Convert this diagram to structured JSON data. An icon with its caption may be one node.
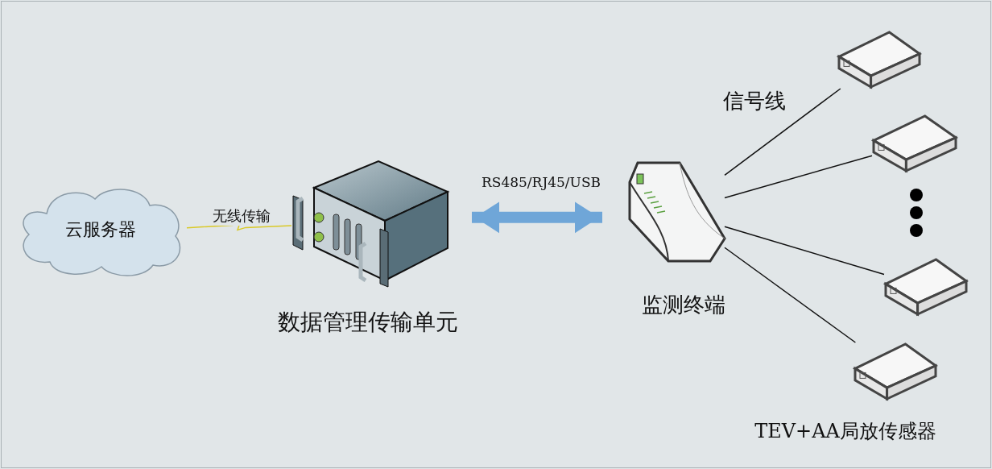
{
  "diagram": {
    "nodes": [
      {
        "text": [
          "云服务器"
        ]
      },
      {
        "text": [
          "数据管理传输单元"
        ]
      },
      {
        "text": [
          "监测终端"
        ]
      },
      {
        "text": [],
        "shape": "picture"
      },
      {
        "text": [],
        "shape": "picture"
      },
      {
        "text": [],
        "shape": "picture"
      },
      {
        "text": [],
        "shape": "picture"
      }
    ],
    "edges": [
      {
        "from": 0,
        "to": 1,
        "arrow": "none",
        "label": "无线传输",
        "color": "#d9c928"
      },
      {
        "from": 1,
        "to": 2,
        "arrow": "both",
        "label": "RS485/RJ45/USB",
        "style": "thick",
        "color": "#6fa6d8"
      },
      {
        "from": 2,
        "to": 3,
        "arrow": "none"
      },
      {
        "from": 2,
        "to": 4,
        "arrow": "none"
      },
      {
        "from": 2,
        "to": 5,
        "arrow": "none"
      },
      {
        "from": 2,
        "to": 6,
        "arrow": "none"
      }
    ],
    "labels": [
      "信号线",
      "TEV+AA局放传感器"
    ]
  }
}
